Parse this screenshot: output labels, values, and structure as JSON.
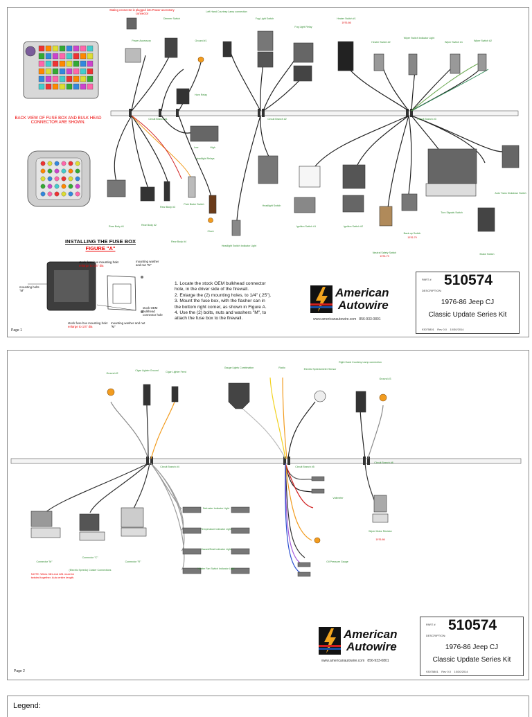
{
  "page1": {
    "page_label": "Page 1",
    "notes": {
      "fuse_box_back_view": "BACK VIEW OF FUSE BOX AND BULK HEAD CONNECTOR ARE SHOWN.",
      "mating_connector": "Mating connector is plugged into Power accessory connector"
    },
    "figure": {
      "title": "INSTALLING THE FUSE BOX",
      "subtitle": "FIGURE \"A\"",
      "callouts": [
        "stock fuse box mounting hole:",
        "enlarge to 1/4\" dia",
        "mounting washer and nut \"M\"",
        "mounting bolts \"M\"",
        "stock OEM bulkhead connector hole",
        "stock fuse box mounting hole:",
        "enlarge to 1/4\" dia",
        "mounting washer and nut \"M\""
      ]
    },
    "instructions": [
      "1. Locate the stock OEM bulkhead connector hole, in the driver side of the firewall.",
      "2. Enlarge the (2) mounting holes, to 1/4\" (.25\").",
      "3. Mount the fuse box, with the flasher can in the bottom right corner, as shown in Figure A.",
      "4. Use the (2) bolts, nuts and washers \"M\", to attach the fuse box to the firewall."
    ],
    "circuit_labels": [
      "Circuit Branch #1",
      "Circuit Branch #2",
      "Circuit Branch #3"
    ],
    "component_labels": {
      "power_accessory": "Power Accessory",
      "dimmer_switch": "Dimmer Switch",
      "ground_1": "Ground #1",
      "left_hand_courtesy": "Left Hand Courtesy Lamp connection",
      "fog_light_switch": "Fog Light Switch",
      "fog_light_relay": "Fog Light Relay",
      "heater_switch_1": "Heater Switch #1",
      "heater_switch_2": "Heater Switch #2",
      "wiper_switch_indicator": "Wiper Switch Indicator Light",
      "wiper_switch_1": "Wiper Switch #1",
      "wiper_switch_2": "Wiper Switch #2",
      "horn_relay": "Horn Relay",
      "headlight_relays": "Headlight Relays",
      "low": "Low",
      "high": "High",
      "rear_body_1": "Rear Body #1",
      "rear_body_2": "Rear Body #2",
      "rear_body_3": "Rear Body #3",
      "rear_body_4": "Rear Body #4",
      "park_brake": "Park Brake Switch",
      "clock": "Clock",
      "headlight_switch_indicator": "Headlight Switch Indicator Light",
      "headlight_switch": "Headlight Switch",
      "ignition_switch_1": "Ignition Switch #1",
      "ignition_switch_2": "Ignition Switch #2",
      "neutral_safety": "Neutral Safety Switch",
      "backup_switch": "Back-up Switch",
      "turn_signals": "Turn Signals Switch",
      "auto_trans": "Auto Trans Kickdown Switch",
      "brake_switch": "Brake Switch",
      "years_1": "1976-86",
      "years_2": "1976-79",
      "years_3": "1976-79"
    },
    "title_block": {
      "part_label": "PART #",
      "part_number": "510574",
      "description_label": "DESCRIPTION:",
      "line1": "1976-86 Jeep CJ",
      "line2": "Classic Update Series Kit",
      "doc_number": "93075801",
      "rev": "Rev 0.0",
      "date": "10/30/2014"
    },
    "logo": {
      "brand_line1": "American",
      "brand_line2": "Autowire",
      "website": "www.americanautowire.com",
      "phone": "856-933-0801"
    }
  },
  "page2": {
    "page_label": "Page 2",
    "circuit_labels": [
      "Circuit Branch #4",
      "Circuit Branch #5",
      "Circuit Branch #6"
    ],
    "component_labels": {
      "ground_2": "Ground #2",
      "cigar_lighter_ground": "Cigar Lighter Ground",
      "cigar_lighter_feed": "Cigar Lighter Feed",
      "gauge_combination": "Gauge Lights Combination",
      "radio": "Radio",
      "speedometer": "Electric Speedometer Sensor",
      "courtesy_lamp": "Right Hand Courtesy Lamp connection",
      "ground_3": "Ground #3",
      "connector_m": "Connector \"M\"",
      "connector_c": "Connector \"C\"",
      "connector_r": "Connector \"R\"",
      "speedo_note": "(Electric Speedo) Cluster Connections",
      "defroster": "Defroster Indicator Light",
      "temp_indicator": "Temperature Indicator Light",
      "hazard_indicator": "Hazard/Seat Indicator Light",
      "heater_fan": "Heater Fan Switch Indicator Light",
      "voltmeter": "Voltmeter",
      "oil_pressure": "Oil Pressure Gauge",
      "wiper_motor": "Wiper Motor Resistor",
      "wiper_years": "1976-86",
      "wire_note": "NOTE: Wires 381 and 481 must be twisted together. Auto entire length."
    },
    "title_block": {
      "part_label": "PART #",
      "part_number": "510574",
      "description_label": "DESCRIPTION:",
      "line1": "1976-86 Jeep CJ",
      "line2": "Classic Update Series Kit",
      "doc_number": "93075801",
      "rev": "Rev 0.0",
      "date": "10/30/2014"
    },
    "logo": {
      "brand_line1": "American",
      "brand_line2": "Autowire",
      "website": "www.americanautowire.com",
      "phone": "856-933-0801"
    }
  },
  "legend": {
    "title": "Legend:"
  }
}
